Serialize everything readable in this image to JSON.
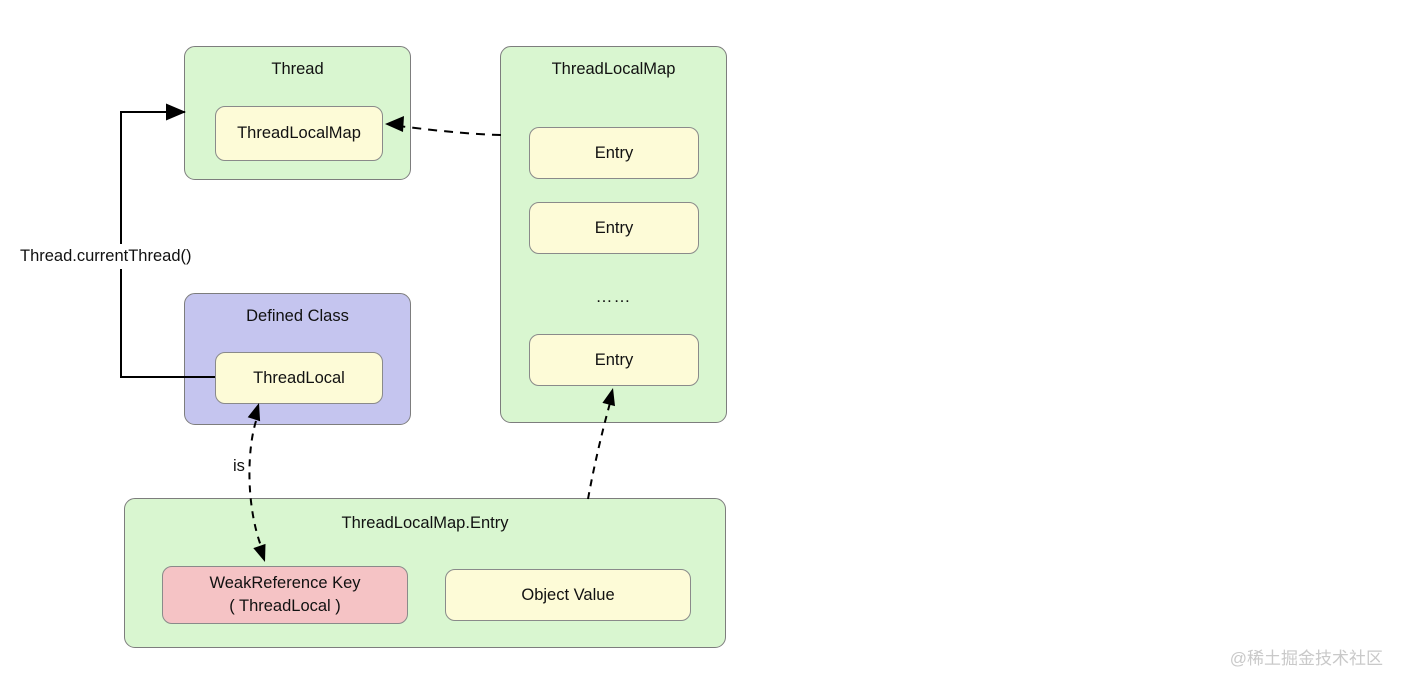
{
  "colors": {
    "green_fill": "#d9f6d0",
    "yellow_fill": "#fdfbd7",
    "purple_fill": "#c5c5ef",
    "pink_fill": "#f5c3c5",
    "box_border": "#7d7d7d",
    "arrow": "#000000",
    "watermark_text": "#c9c9c9"
  },
  "thread_box": {
    "title": "Thread",
    "field": "ThreadLocalMap"
  },
  "map_box": {
    "title": "ThreadLocalMap",
    "entries": [
      "Entry",
      "Entry",
      "Entry"
    ],
    "ellipsis": "……"
  },
  "defined_class_box": {
    "title": "Defined Class",
    "field": "ThreadLocal"
  },
  "entry_box": {
    "title": "ThreadLocalMap.Entry",
    "key_title": "WeakReference Key",
    "key_subtitle": "( ThreadLocal )",
    "value_label": "Object Value"
  },
  "labels": {
    "current_thread": "Thread.currentThread()",
    "is_relation": "is"
  },
  "watermark": "@稀土掘金技术社区"
}
